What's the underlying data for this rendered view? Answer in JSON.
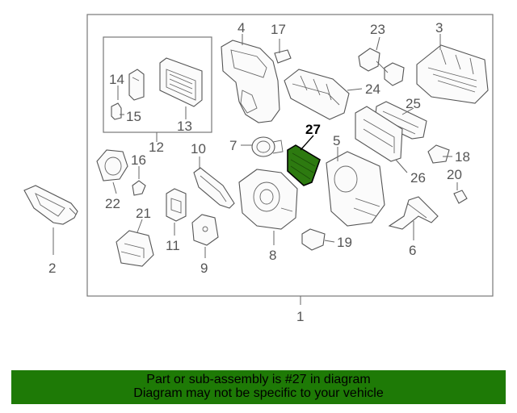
{
  "callouts": {
    "c1": "1",
    "c2": "2",
    "c3": "3",
    "c4": "4",
    "c5": "5",
    "c6": "6",
    "c7": "7",
    "c8": "8",
    "c9": "9",
    "c10": "10",
    "c11": "11",
    "c12": "12",
    "c13": "13",
    "c14": "14",
    "c15": "15",
    "c16": "16",
    "c17": "17",
    "c18": "18",
    "c19": "19",
    "c20": "20",
    "c21": "21",
    "c22": "22",
    "c23": "23",
    "c24": "24",
    "c25": "25",
    "c26": "26",
    "c27": "27"
  },
  "highlighted_part": "27",
  "banner": {
    "line1": "Part or sub-assembly is #27 in diagram",
    "line2": "Diagram may not be specific to your vehicle"
  },
  "colors": {
    "banner_bg": "#1e7a06",
    "highlight_part": "#2d7a10"
  }
}
